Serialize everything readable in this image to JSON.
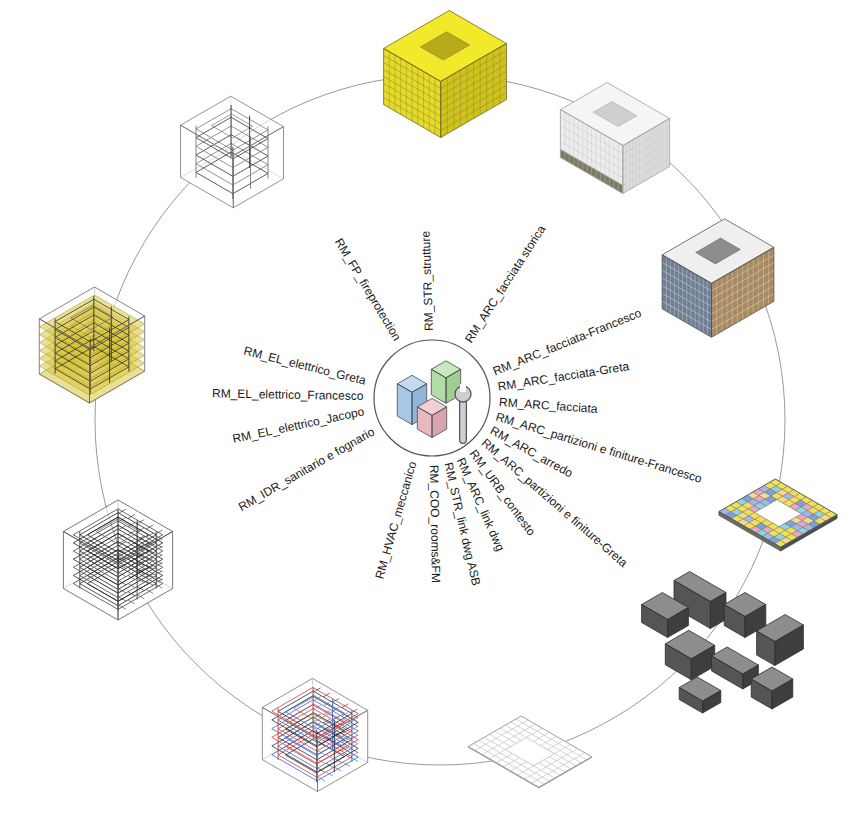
{
  "diagram": {
    "labels": [
      "RM_STR_strutture",
      "RM_ARC_facciata storica",
      "RM_ARC_facciata-Francesco",
      "RM_ARC_facciata-Greta",
      "RM_ARC_facciata",
      "RM_ARC_partizioni e finiture-Francesco",
      "RM_ARC_arredo",
      "RM_ARC_partizioni e finiture-Greta",
      "RM_URB_contesto",
      "RM_ARC_link dwg",
      "RM_STR_link dwg ASB",
      "RM_COO_rooms&FM",
      "RM_HVAC_meccanico",
      "RM_IDR_sanitario e fognario",
      "RM_EL_elettrico_Greta",
      "RM_EL_elettrico_Francesco",
      "RM_EL_elettrico_Jacopo",
      "RM_FP_fireprotection"
    ]
  }
}
